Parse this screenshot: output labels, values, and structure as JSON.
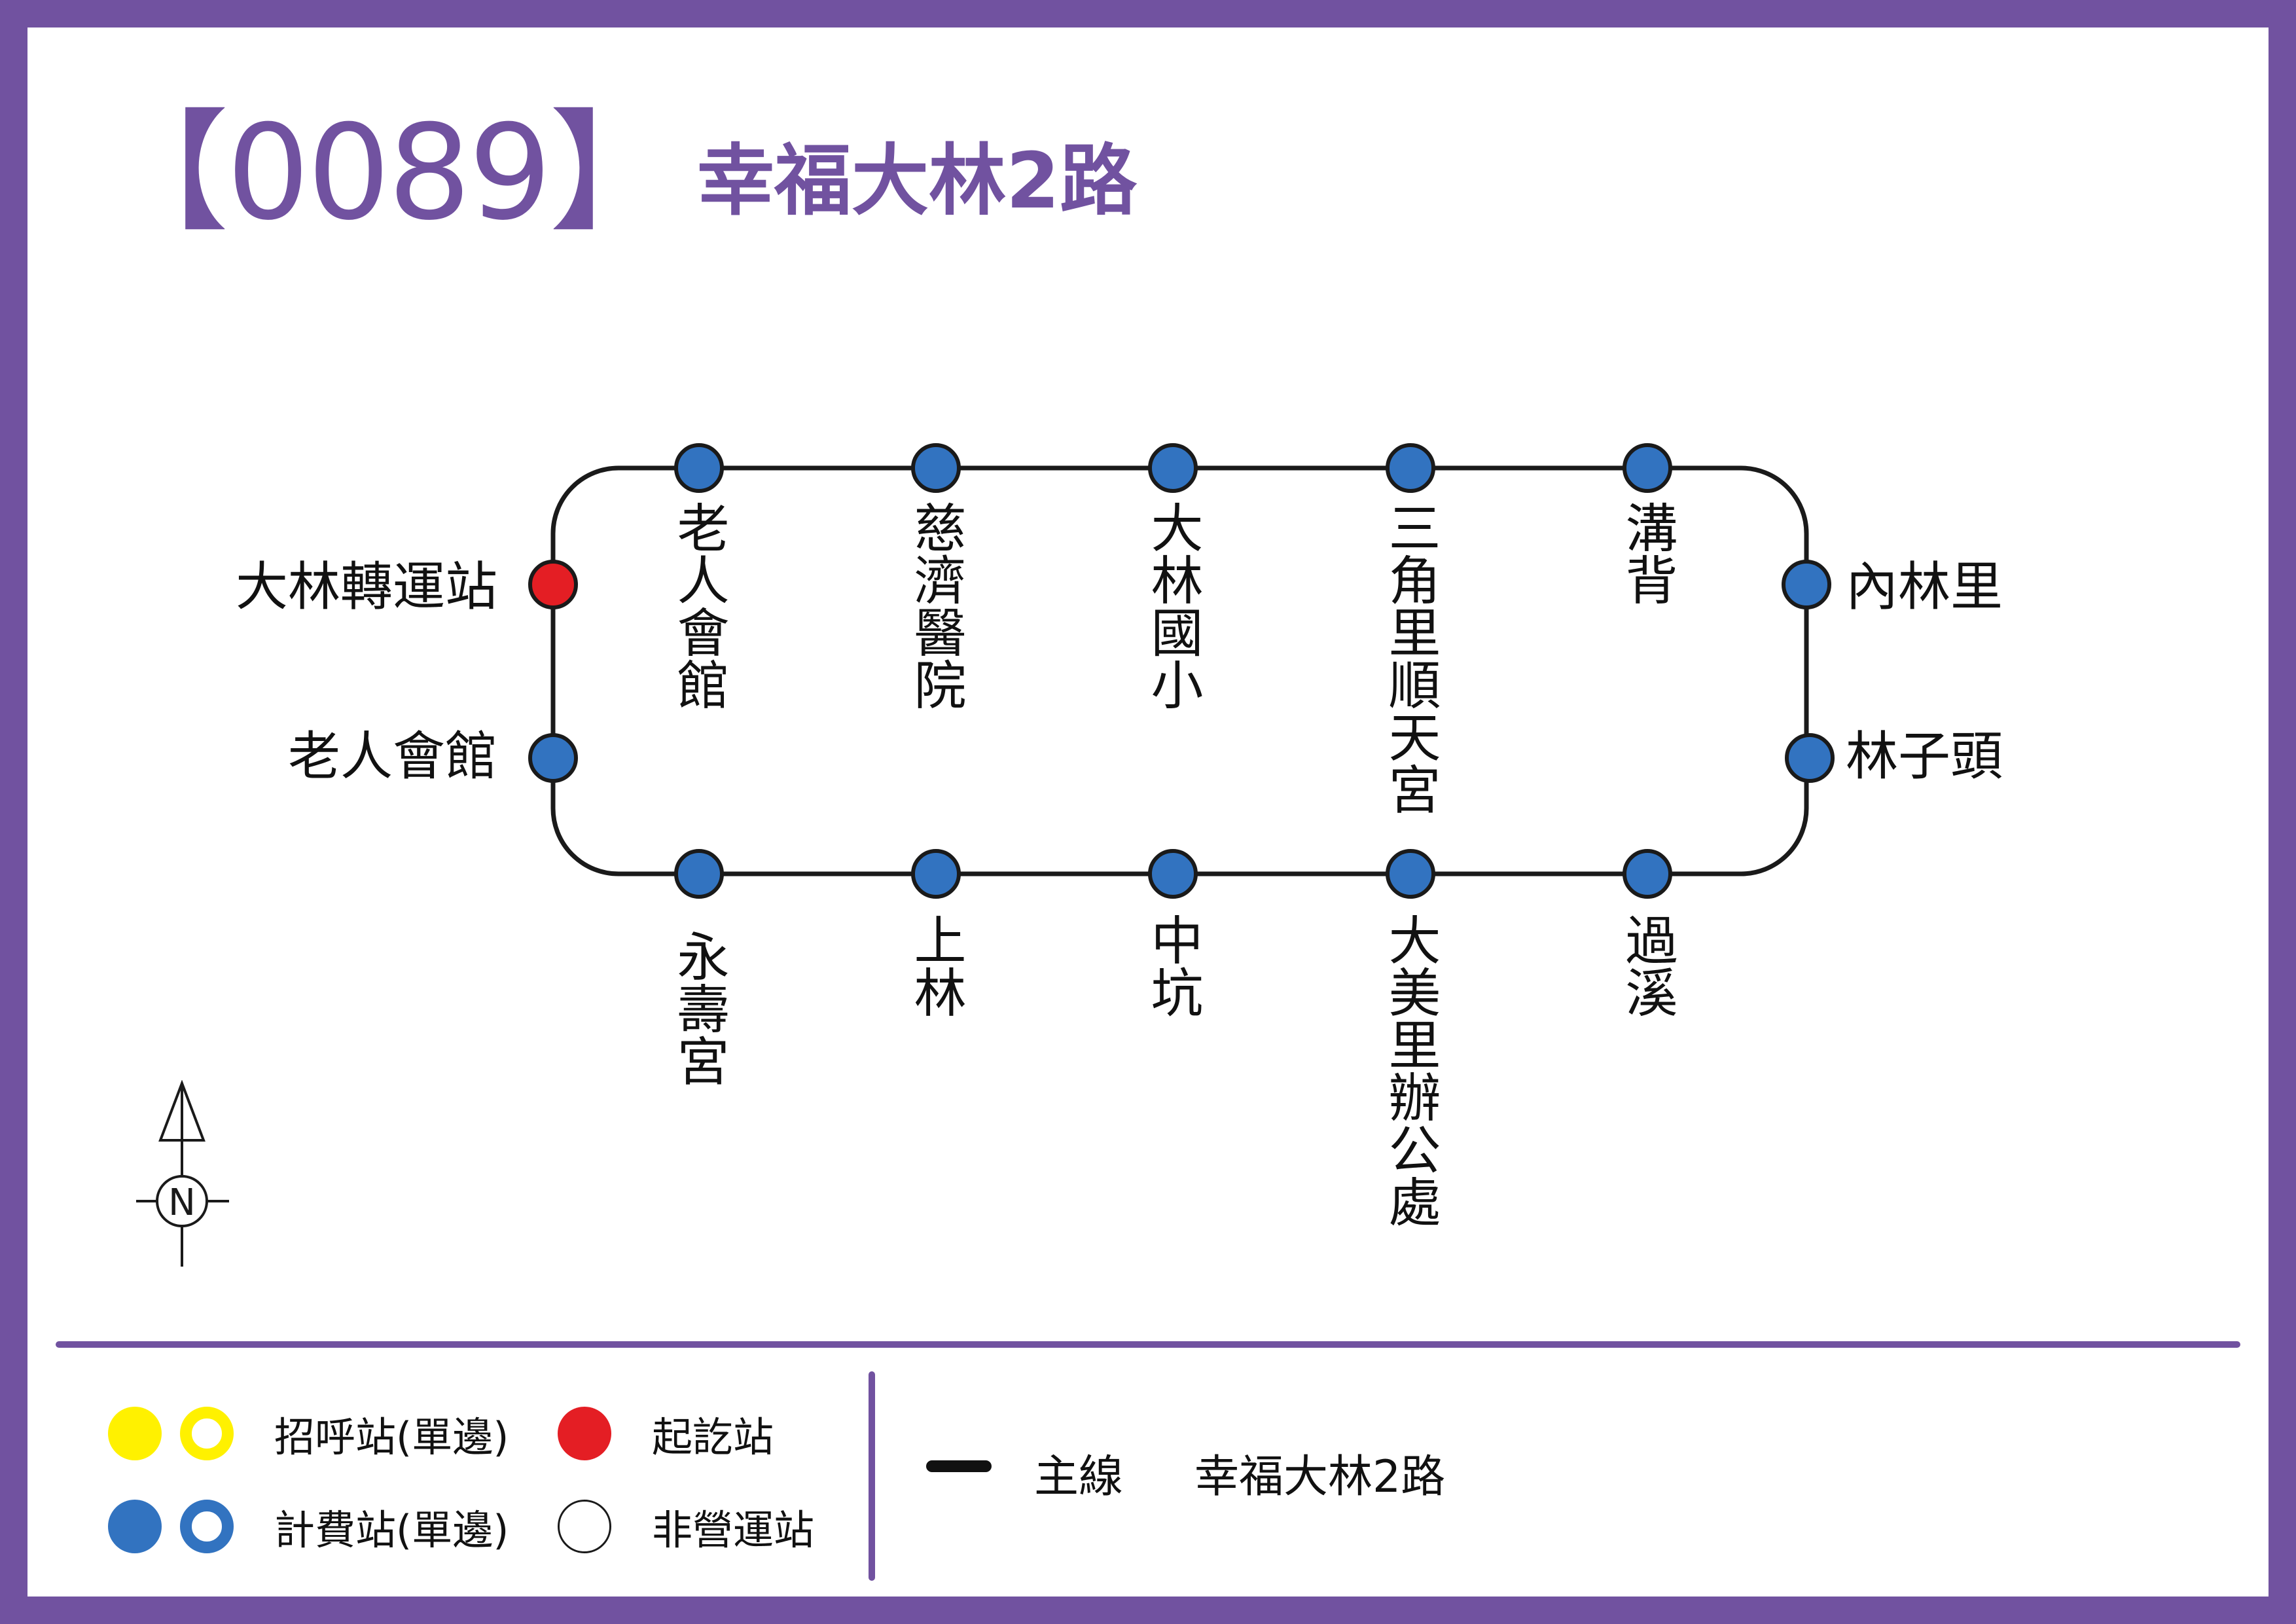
{
  "route": {
    "number": "【0089】",
    "name": "幸福大林2路"
  },
  "colors": {
    "frame": "#7152a0",
    "fee_station": "#3273c0",
    "terminal": "#e41e24",
    "hail_station": "#fff100",
    "line": "#1a1a1a"
  },
  "stations": {
    "terminal": "大林轉運站",
    "left_lower": "老人會館",
    "right_upper": "內林里",
    "right_lower": "林子頭",
    "top": [
      "老人會館",
      "慈濟醫院",
      "大林國小",
      "三角里順天宮",
      "溝背"
    ],
    "bottom": [
      "永壽宮",
      "上林",
      "中坑",
      "大美里辦公處",
      "過溪"
    ]
  },
  "compass": {
    "label": "N"
  },
  "legend": {
    "hail": "招呼站(單邊)",
    "terminal": "起訖站",
    "fee": "計費站(單邊)",
    "non_operating": "非營運站",
    "main_line": "主線",
    "main_line_route": "幸福大林2路"
  }
}
